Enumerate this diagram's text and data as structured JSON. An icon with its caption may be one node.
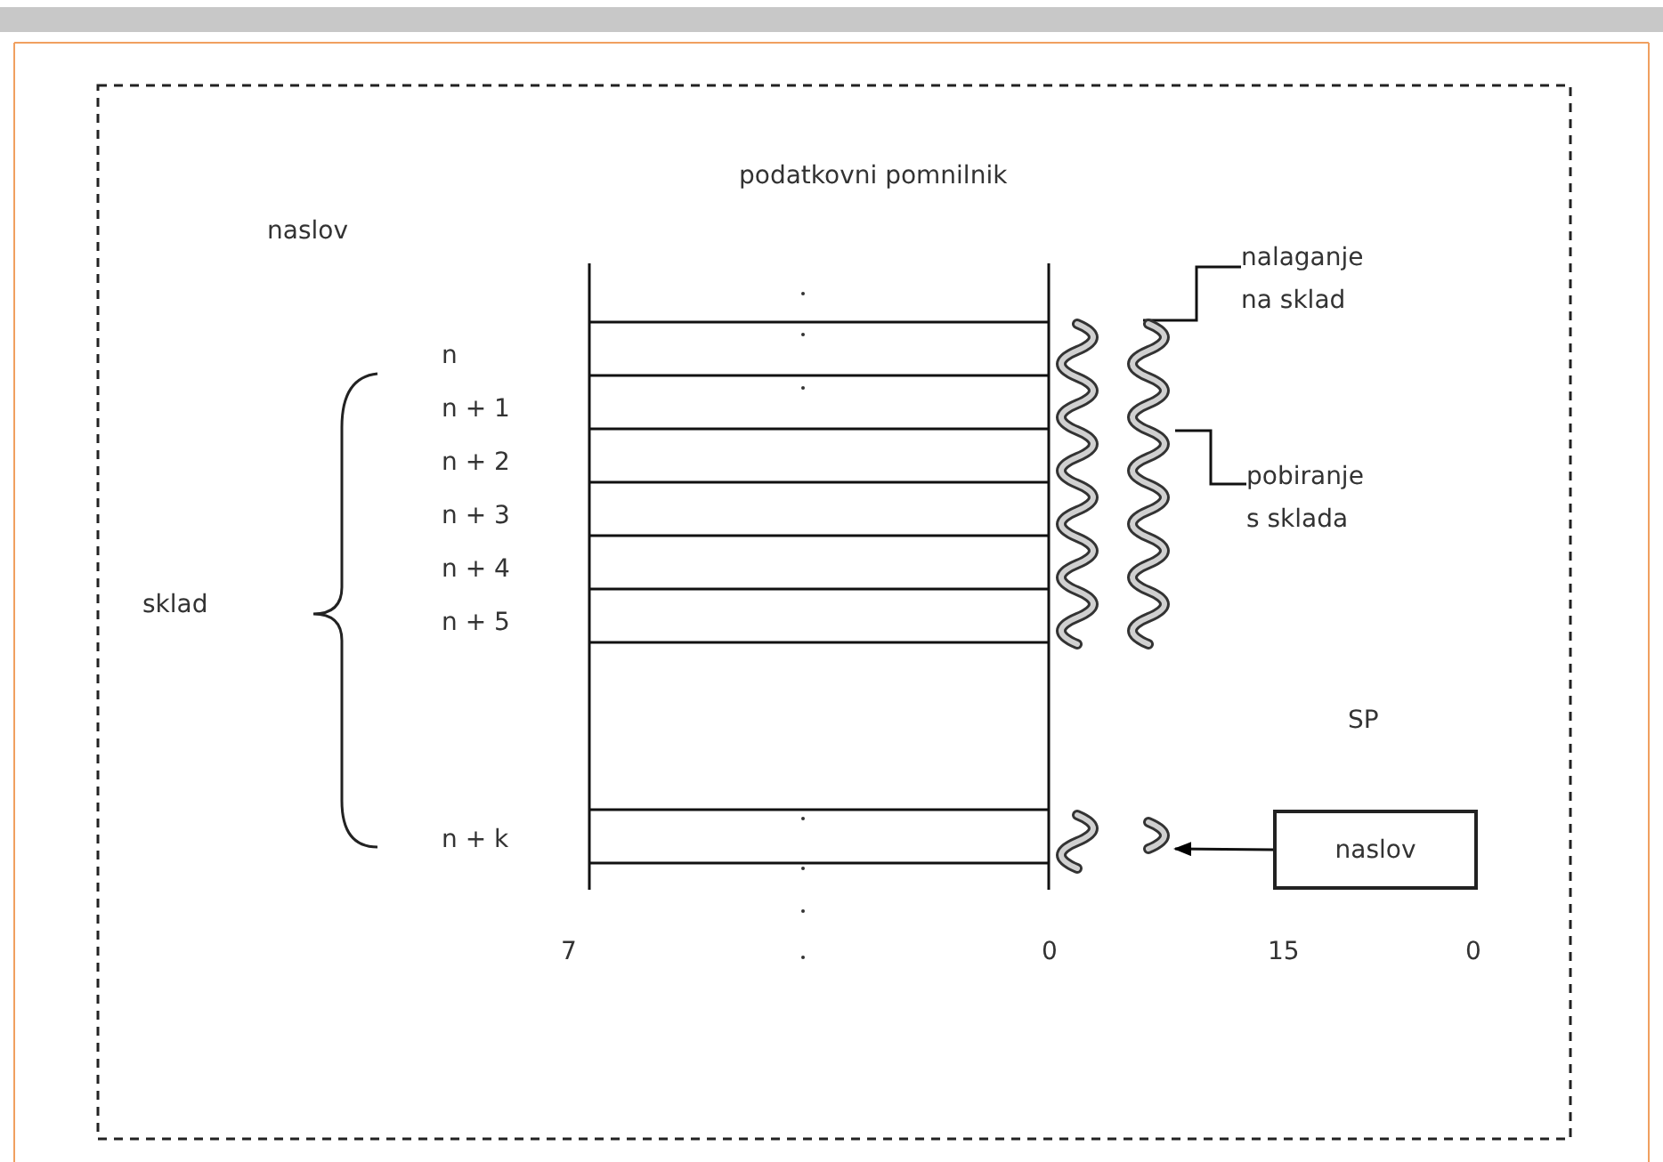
{
  "diagram": {
    "nodes": [
      {
        "text": [
          "nalaganje na sklad"
        ]
      },
      {
        "text": [
          "pobiranje s sklada"
        ]
      },
      {
        "text": [],
        "shape": "picture"
      },
      {
        "text": [
          "naslov"
        ],
        "beside": [
          "SP"
        ]
      },
      {
        "text": [],
        "shape": "picture"
      }
    ],
    "edges": [
      {
        "from": 0,
        "to": 2,
        "arrow": "none"
      },
      {
        "from": 1,
        "to": 2,
        "arrow": "none"
      },
      {
        "from": 3,
        "to": 4,
        "arrow": "to"
      }
    ],
    "labels": [
      "podatkovni pomnilnik",
      "naslov",
      "n",
      "n + 1",
      "n + 2",
      "n + 3",
      "n + 4",
      "sklad",
      "n + 5",
      "n + k",
      "7",
      "0",
      "15",
      "0"
    ]
  }
}
